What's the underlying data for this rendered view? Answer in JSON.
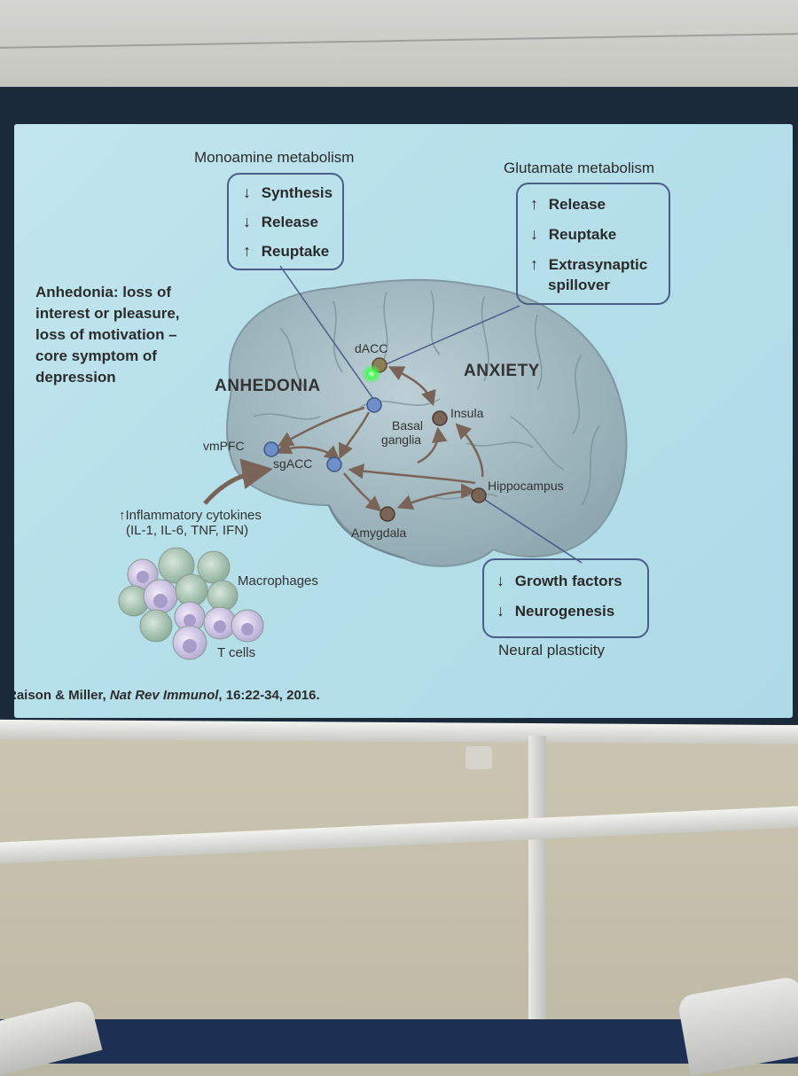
{
  "slide": {
    "monoamine": {
      "title": "Monoamine metabolism",
      "items": [
        {
          "arrow": "↓",
          "label": "Synthesis"
        },
        {
          "arrow": "↓",
          "label": "Release"
        },
        {
          "arrow": "↑",
          "label": "Reuptake"
        }
      ]
    },
    "glutamate": {
      "title": "Glutamate metabolism",
      "items": [
        {
          "arrow": "↑",
          "label": "Release"
        },
        {
          "arrow": "↓",
          "label": "Reuptake"
        },
        {
          "arrow": "↑",
          "label": "Extrasynaptic"
        },
        {
          "arrow": "",
          "label": "spillover"
        }
      ]
    },
    "anhedonia_note": [
      "Anhedonia: loss of",
      "interest or pleasure,",
      "loss of motivation –",
      "core symptom of",
      "depression"
    ],
    "labels": {
      "anhedonia": "ANHEDONIA",
      "anxiety": "ANXIETY"
    },
    "regions": {
      "dacc": "dACC",
      "basal_line1": "Basal",
      "basal_line2": "ganglia",
      "insula": "Insula",
      "vmpfc": "vmPFC",
      "sgacc": "sgACC",
      "amygdala": "Amygdala",
      "hippocampus": "Hippocampus"
    },
    "cytokines": {
      "line1": "↑Inflammatory cytokines",
      "line2": "(IL-1, IL-6, TNF, IFN)"
    },
    "cells": {
      "macrophages": "Macrophages",
      "tcells": "T cells"
    },
    "plasticity": {
      "title": "Neural plasticity",
      "items": [
        {
          "arrow": "↓",
          "label": "Growth factors"
        },
        {
          "arrow": "↓",
          "label": "Neurogenesis"
        }
      ]
    },
    "citation": {
      "authors": "Raison & Miller, ",
      "journal": "Nat Rev Immunol",
      "details": ", 16:22-34, 2016."
    }
  },
  "colors": {
    "slide_bg": "#b6e0ea",
    "brain": "#a9bfc6",
    "box_border": "#4a5e8a",
    "node_blue": "#6f8fc9",
    "node_brown": "#7a6458",
    "laser": "#3dff4a"
  }
}
